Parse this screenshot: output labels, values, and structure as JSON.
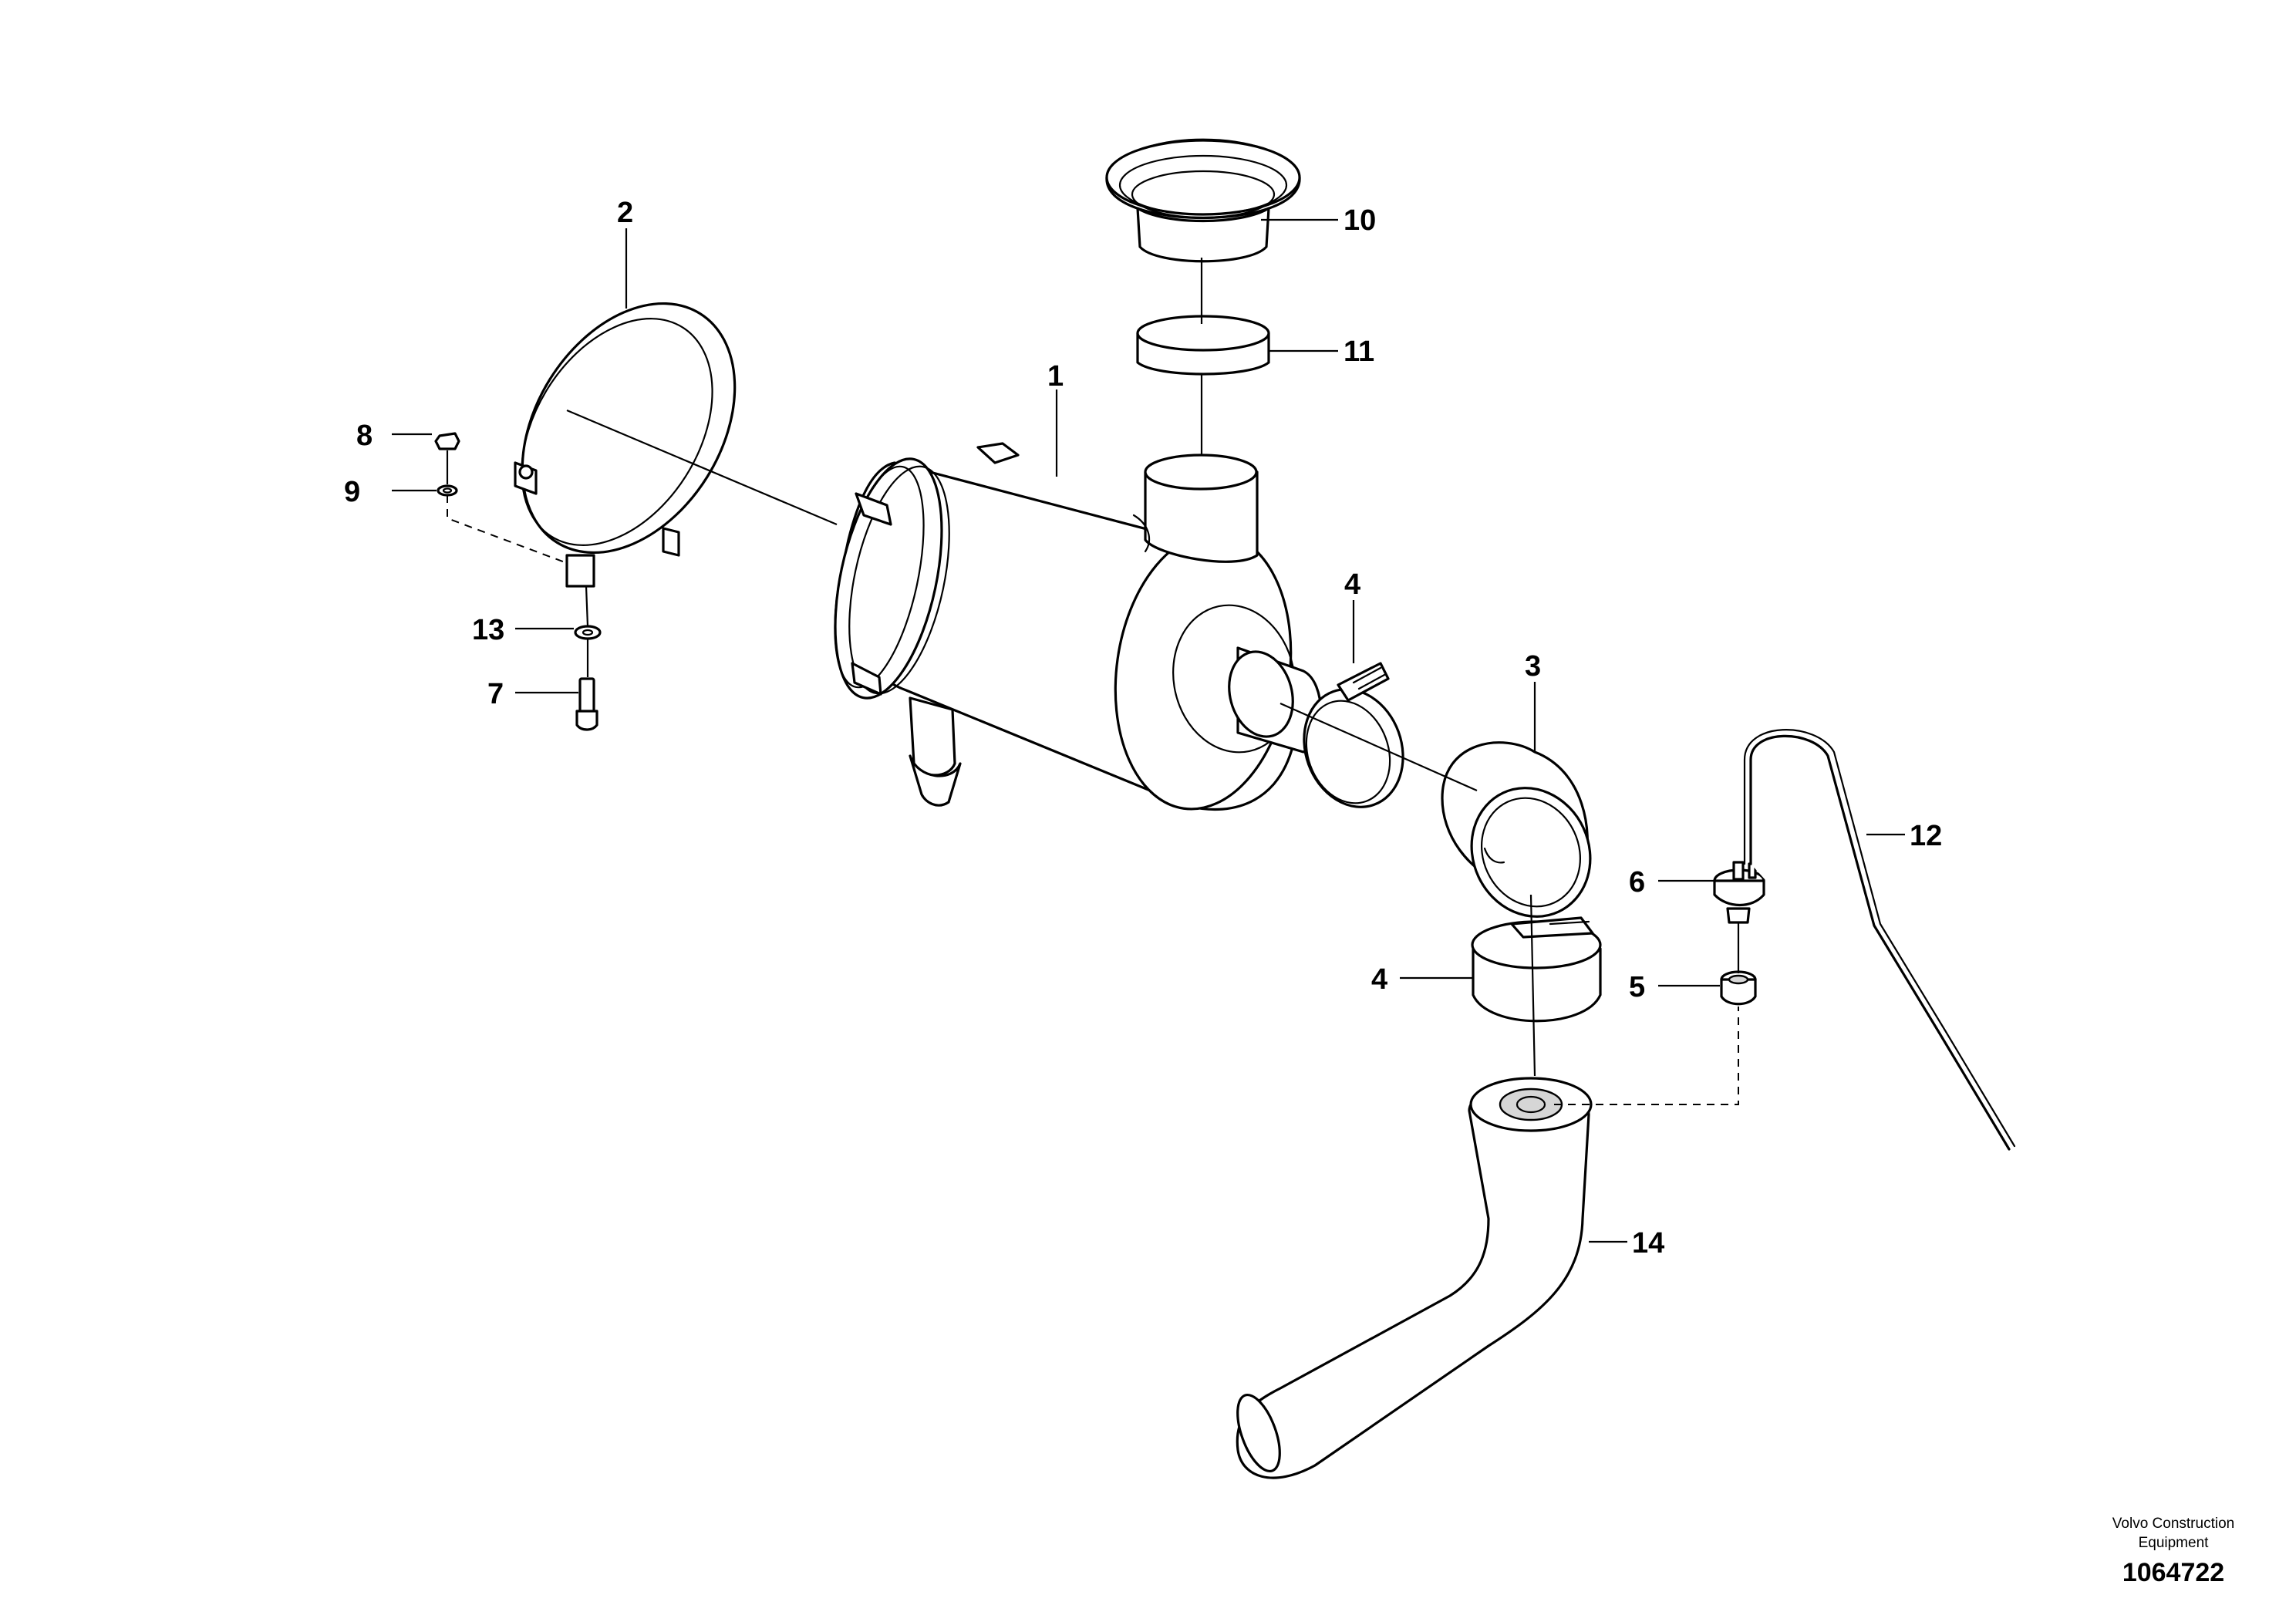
{
  "callouts": {
    "c1": "1",
    "c2": "2",
    "c3": "3",
    "c4a": "4",
    "c4b": "4",
    "c5": "5",
    "c6": "6",
    "c7": "7",
    "c8": "8",
    "c9": "9",
    "c10": "10",
    "c11": "11",
    "c12": "12",
    "c13": "13",
    "c14": "14"
  },
  "footer": {
    "brand_line1": "Volvo Construction",
    "brand_line2": "Equipment",
    "drawing_number": "1064722"
  }
}
